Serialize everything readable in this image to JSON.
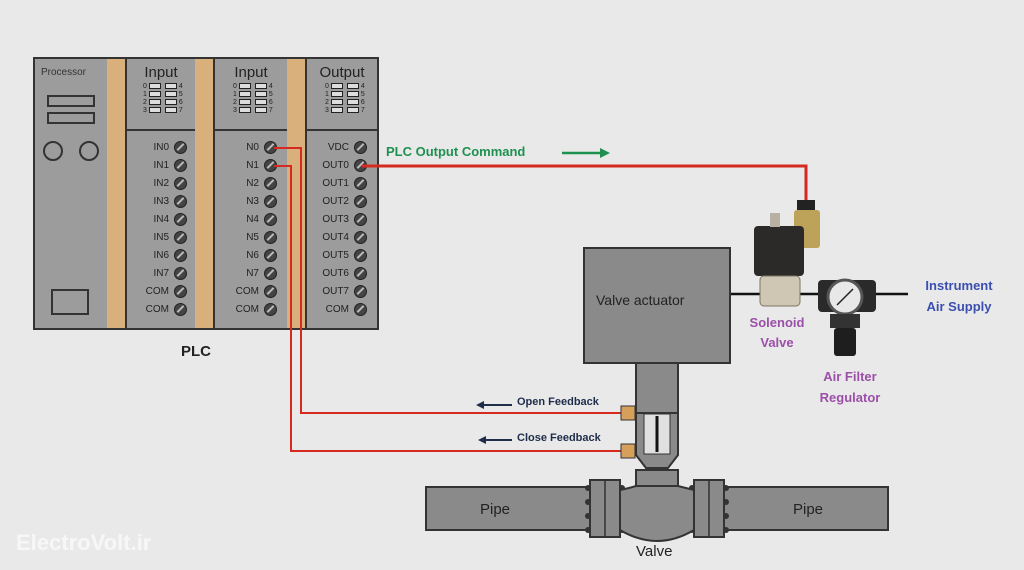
{
  "plc": {
    "label": "PLC",
    "processor": {
      "title": "Processor"
    },
    "input_module_1": {
      "title": "Input",
      "led_left": [
        "0",
        "1",
        "2",
        "3"
      ],
      "led_right": [
        "4",
        "5",
        "6",
        "7"
      ],
      "terminals": [
        "IN0",
        "IN1",
        "IN2",
        "IN3",
        "IN4",
        "IN5",
        "IN6",
        "IN7",
        "COM",
        "COM"
      ]
    },
    "input_module_2": {
      "title": "Input",
      "led_left": [
        "0",
        "1",
        "2",
        "3"
      ],
      "led_right": [
        "4",
        "5",
        "6",
        "7"
      ],
      "terminals": [
        "N0",
        "N1",
        "N2",
        "N3",
        "N4",
        "N5",
        "N6",
        "N7",
        "COM",
        "COM"
      ]
    },
    "output_module": {
      "title": "Output",
      "led_left": [
        "0",
        "1",
        "2",
        "3"
      ],
      "led_right": [
        "4",
        "5",
        "6",
        "7"
      ],
      "terminals": [
        "VDC",
        "OUT0",
        "OUT1",
        "OUT2",
        "OUT3",
        "OUT4",
        "OUT5",
        "OUT6",
        "OUT7",
        "COM"
      ]
    }
  },
  "labels": {
    "plc_output_command": "PLC Output Command",
    "valve_actuator": "Valve actuator",
    "solenoid_valve_1": "Solenoid",
    "solenoid_valve_2": "Valve",
    "air_filter_1": "Air Filter",
    "air_filter_2": "Regulator",
    "instrument_air_1": "Instrument",
    "instrument_air_2": "Air Supply",
    "open_feedback": "Open Feedback",
    "close_feedback": "Close Feedback",
    "pipe_left": "Pipe",
    "pipe_right": "Pipe",
    "valve": "Valve",
    "watermark": "ElectroVolt.ir"
  },
  "colors": {
    "wire": "#d42a20",
    "command_text": "#1e9150",
    "component_text": "#9b4fa8",
    "air_supply_text": "#3b4fb0",
    "feedback_text": "#1f2d4a",
    "rail": "#d9b07c",
    "module": "#9c9c9c"
  }
}
